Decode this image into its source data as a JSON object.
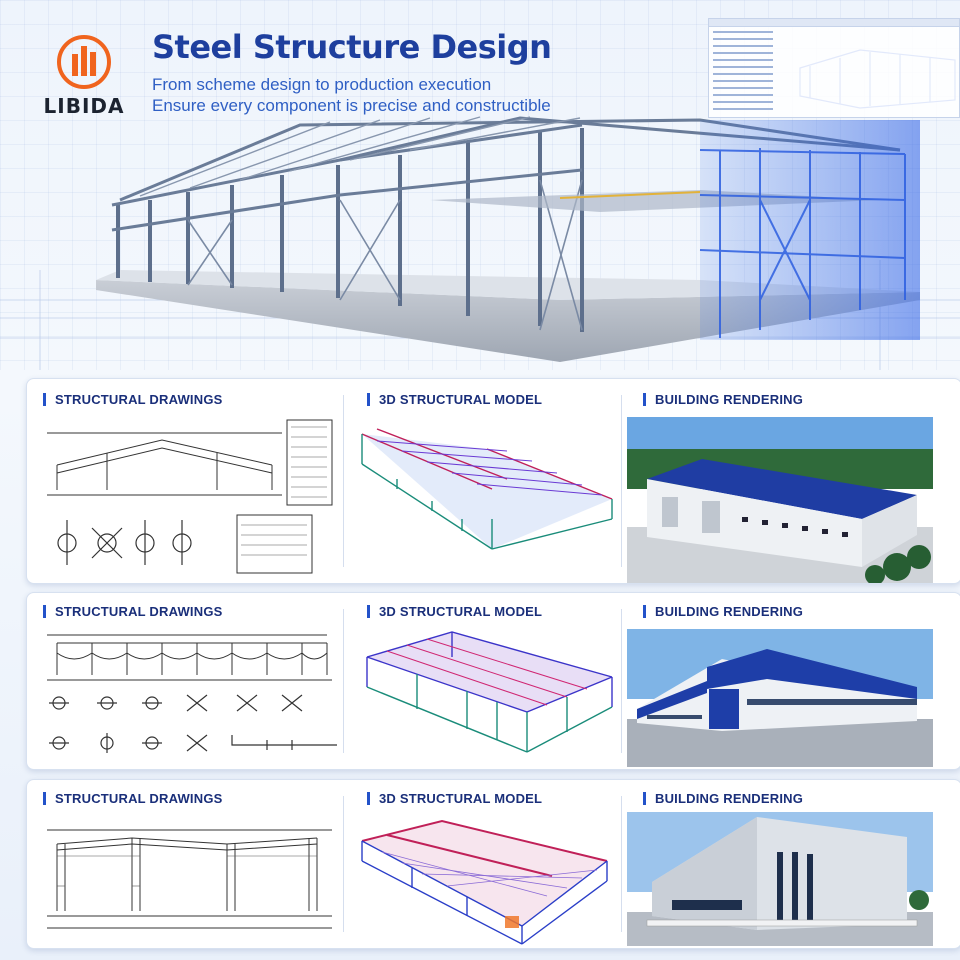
{
  "brand": {
    "name": "LIBIDA",
    "accent_orange": "#f0641e",
    "accent_blue": "#1e3f9e"
  },
  "header": {
    "title": "Steel Structure Design",
    "subtitle_line1": "From scheme design to production execution",
    "subtitle_line2": "Ensure every component is precise and constructible"
  },
  "rows": [
    {
      "drawings_label": "STRUCTURAL DRAWINGS",
      "model_label": "3D STRUCTURAL MODEL",
      "rendering_label": "BUILDING RENDERING"
    },
    {
      "drawings_label": "STRUCTURAL DRAWINGS",
      "model_label": "3D STRUCTURAL MODEL",
      "rendering_label": "BUILDING RENDERING"
    },
    {
      "drawings_label": "STRUCTURAL DRAWINGS",
      "model_label": "3D STRUCTURAL MODEL",
      "rendering_label": "BUILDING RENDERING"
    }
  ]
}
